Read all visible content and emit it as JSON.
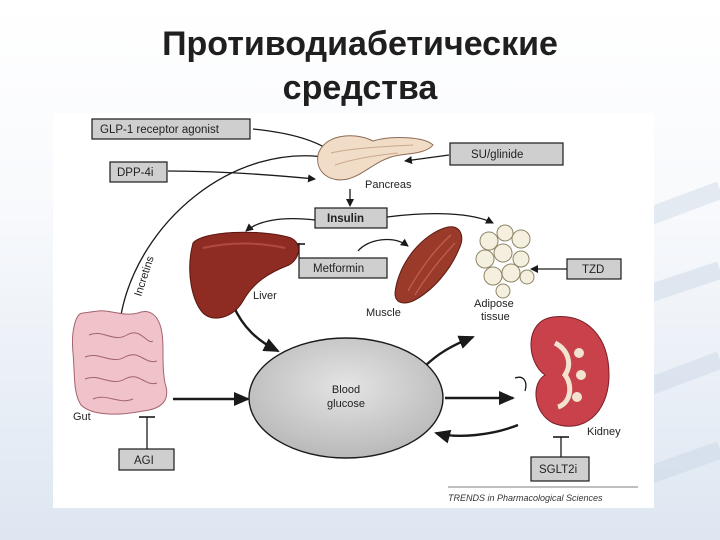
{
  "slide": {
    "title_line1": "Противодиабетические",
    "title_line2": "средства"
  },
  "diagram": {
    "drugs": {
      "glp1": "GLP-1 receptor agonist",
      "dpp4": "DPP-4i",
      "su": "SU/glinide",
      "insulin": "Insulin",
      "metformin": "Metformin",
      "tzd": "TZD",
      "agi": "AGI",
      "sglt2": "SGLT2i"
    },
    "organs": {
      "pancreas": "Pancreas",
      "liver": "Liver",
      "muscle": "Muscle",
      "adipose_line1": "Adipose",
      "adipose_line2": "tissue",
      "gut": "Gut",
      "kidney": "Kidney",
      "blood_line1": "Blood",
      "blood_line2": "glucose"
    },
    "incretins_label": "Incretins",
    "source_credit": "TRENDS in Pharmacological Sciences"
  },
  "colors": {
    "drug_box_fill": "#cfcfcf",
    "liver": "#8e2b22",
    "muscle": "#9a3a2a",
    "pancreas": "#f1dcc7",
    "gut": "#f0c2c9",
    "kidney": "#c8414b",
    "adipose": "#f5efdf",
    "blood_glucose": "#d0d0d0"
  }
}
